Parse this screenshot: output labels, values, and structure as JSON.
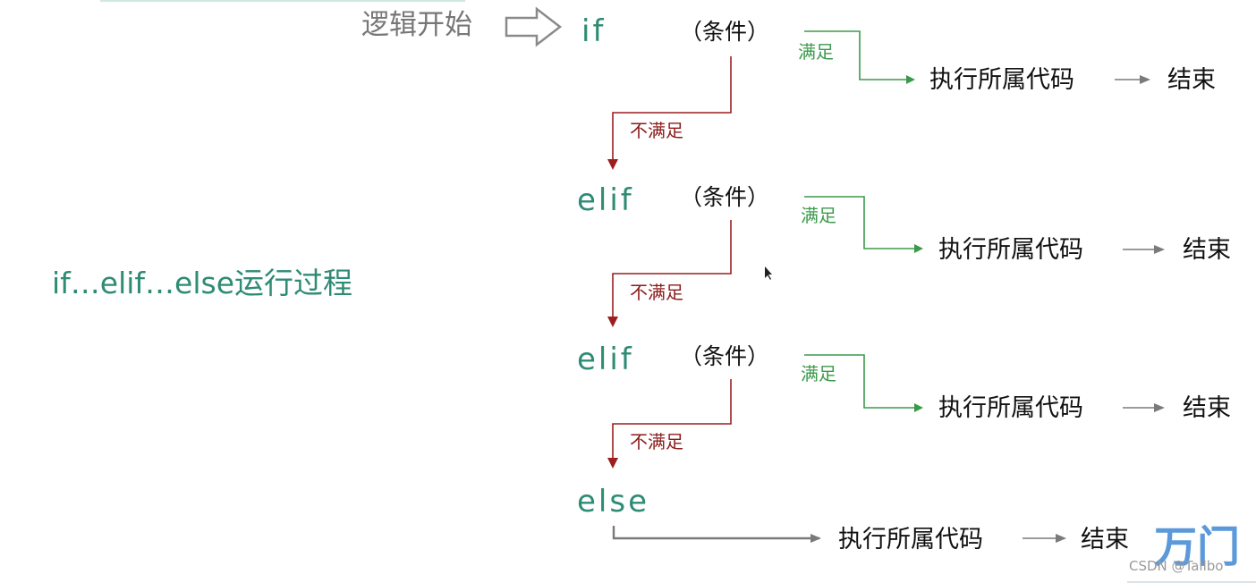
{
  "diagram": {
    "title": "if…elif…else运行过程",
    "start_label": "逻辑开始",
    "branches": [
      {
        "keyword": "if",
        "condition": "（条件）",
        "satisfied": "满足",
        "not_satisfied": "不满足",
        "action": "执行所属代码",
        "end": "结束"
      },
      {
        "keyword": "elif",
        "condition": "（条件）",
        "satisfied": "满足",
        "not_satisfied": "不满足",
        "action": "执行所属代码",
        "end": "结束"
      },
      {
        "keyword": "elif",
        "condition": "（条件）",
        "satisfied": "满足",
        "not_satisfied": "不满足",
        "action": "执行所属代码",
        "end": "结束"
      }
    ],
    "else_branch": {
      "keyword": "else",
      "action": "执行所属代码",
      "end": "结束"
    }
  },
  "colors": {
    "keyword": "#2e8b74",
    "satisfied": "#3a9a4a",
    "not_satisfied": "#8b1a1a",
    "flow_arrow": "#7a7a7a",
    "start_text": "#777777"
  },
  "watermark": {
    "logo": "万门",
    "credit": "CSDN @Tallbo"
  }
}
